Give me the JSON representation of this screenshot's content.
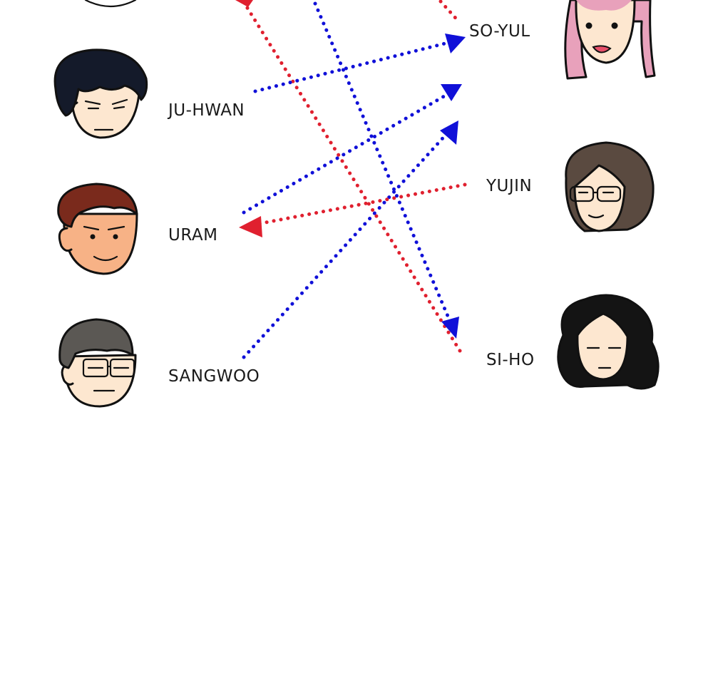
{
  "left_people": [
    {
      "id": "ju-hwan",
      "name": "JU-HWAN"
    },
    {
      "id": "uram",
      "name": "URAM"
    },
    {
      "id": "sangwoo",
      "name": "SANGWOO"
    }
  ],
  "right_people": [
    {
      "id": "so-yul",
      "name": "SO-YUL"
    },
    {
      "id": "yujin",
      "name": "YUJIN"
    },
    {
      "id": "si-ho",
      "name": "SI-HO"
    }
  ],
  "colors": {
    "red_arrow": "#e0202f",
    "blue_arrow": "#1010d8",
    "skin": "#fde7d0",
    "uram_skin": "#f7b286",
    "so_yul_hair": "#e8a1bb",
    "yujin_hair": "#5a4a40"
  },
  "arrows": [
    {
      "color": "red",
      "from": "si-ho",
      "to": "top-left",
      "style": "dotted"
    },
    {
      "color": "blue",
      "from": "top",
      "to": "si-ho",
      "style": "dotted"
    },
    {
      "color": "red",
      "from": "top",
      "to": "so-yul",
      "style": "dotted"
    },
    {
      "color": "blue",
      "from": "ju-hwan",
      "to": "so-yul",
      "style": "dotted"
    },
    {
      "color": "blue",
      "from": "uram",
      "to": "right",
      "style": "dotted"
    },
    {
      "color": "blue",
      "from": "sangwoo",
      "to": "right",
      "style": "dotted"
    },
    {
      "color": "red",
      "from": "yujin",
      "to": "uram",
      "style": "dotted"
    }
  ]
}
